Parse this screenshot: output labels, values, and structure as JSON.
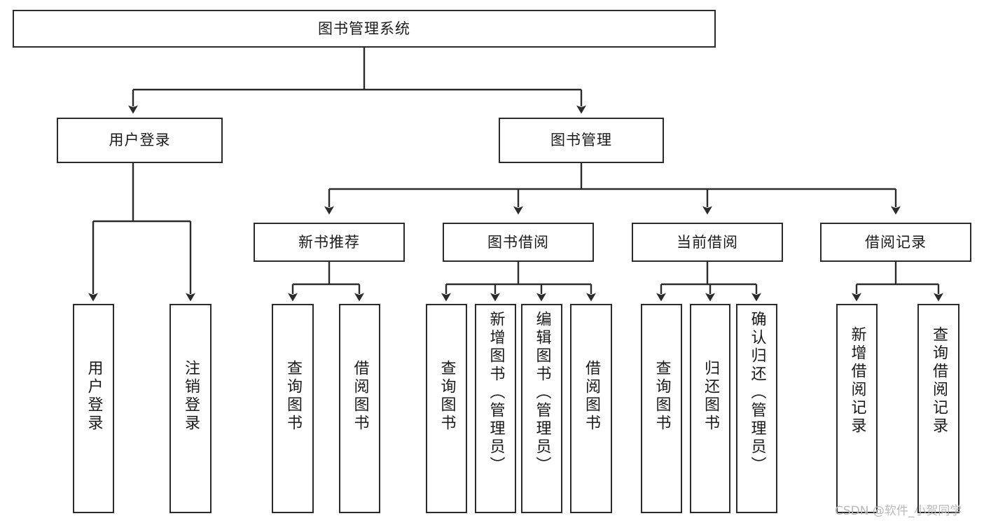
{
  "diagram": {
    "title": "图书管理系统",
    "type": "tree-hierarchy-chart",
    "watermark": "CSDN @软件_小贺同学",
    "colors": {
      "stroke": "#2b2b2b",
      "fill": "#ffffff",
      "text": "#1a1a1a",
      "watermark": "#b9b9b9"
    },
    "nodes": {
      "root": {
        "label": "图书管理系统"
      },
      "level2": [
        {
          "id": "user-login",
          "label": "用户登录"
        },
        {
          "id": "book-management",
          "label": "图书管理"
        }
      ],
      "level3": [
        {
          "id": "new-book-recommend",
          "label": "新书推荐"
        },
        {
          "id": "book-borrow",
          "label": "图书借阅"
        },
        {
          "id": "current-borrow",
          "label": "当前借阅"
        },
        {
          "id": "borrow-record",
          "label": "借阅记录"
        }
      ],
      "leaves": {
        "user-login": [
          {
            "id": "leaf-user-login",
            "label": "用户登录"
          },
          {
            "id": "leaf-logout-login",
            "label": "注销登录"
          }
        ],
        "new-book-recommend": [
          {
            "id": "leaf-query-book-1",
            "label": "查询图书"
          },
          {
            "id": "leaf-borrow-book-1",
            "label": "借阅图书"
          }
        ],
        "book-borrow": [
          {
            "id": "leaf-query-book-2",
            "label": "查询图书"
          },
          {
            "id": "leaf-add-book",
            "label": "新增图书（管理员）"
          },
          {
            "id": "leaf-edit-book",
            "label": "编辑图书（管理员）"
          },
          {
            "id": "leaf-borrow-book-2",
            "label": "借阅图书"
          }
        ],
        "current-borrow": [
          {
            "id": "leaf-query-book-3",
            "label": "查询图书"
          },
          {
            "id": "leaf-return-book",
            "label": "归还图书"
          },
          {
            "id": "leaf-confirm-return",
            "label": "确认归还（管理员）"
          }
        ],
        "borrow-record": [
          {
            "id": "leaf-add-record",
            "label": "新增借阅记录"
          },
          {
            "id": "leaf-query-record",
            "label": "查询借阅记录"
          }
        ]
      }
    }
  }
}
